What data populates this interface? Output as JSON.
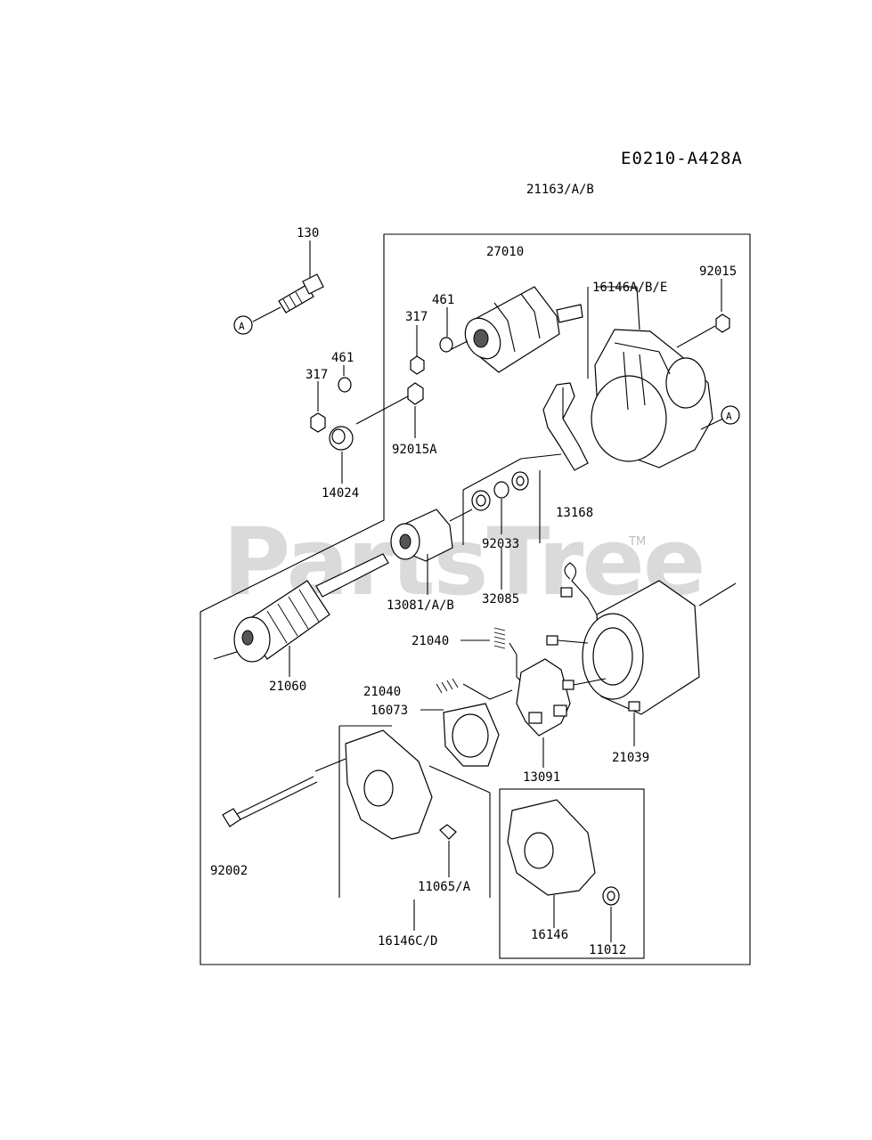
{
  "diagram": {
    "ref_code": "E0210-A428A",
    "assembly_number": "21163/A/B",
    "watermark": "PartsTree",
    "watermark_mark": "TM",
    "ref_marker": "A",
    "callouts": {
      "c130": "130",
      "c27010": "27010",
      "c92015": "92015",
      "c461a": "461",
      "c16146abe": "16146A/B/E",
      "c317a": "317",
      "c461b": "461",
      "c317b": "317",
      "c92015a": "92015A",
      "c14024": "14024",
      "c13168": "13168",
      "c92033": "92033",
      "c32085": "32085",
      "c13081": "13081/A/B",
      "c21040a": "21040",
      "c21060": "21060",
      "c21040b": "21040",
      "c16073": "16073",
      "c21039": "21039",
      "c13091": "13091",
      "c92002": "92002",
      "c11065": "11065/A",
      "c16146cd": "16146C/D",
      "c16146": "16146",
      "c11012": "11012"
    }
  }
}
